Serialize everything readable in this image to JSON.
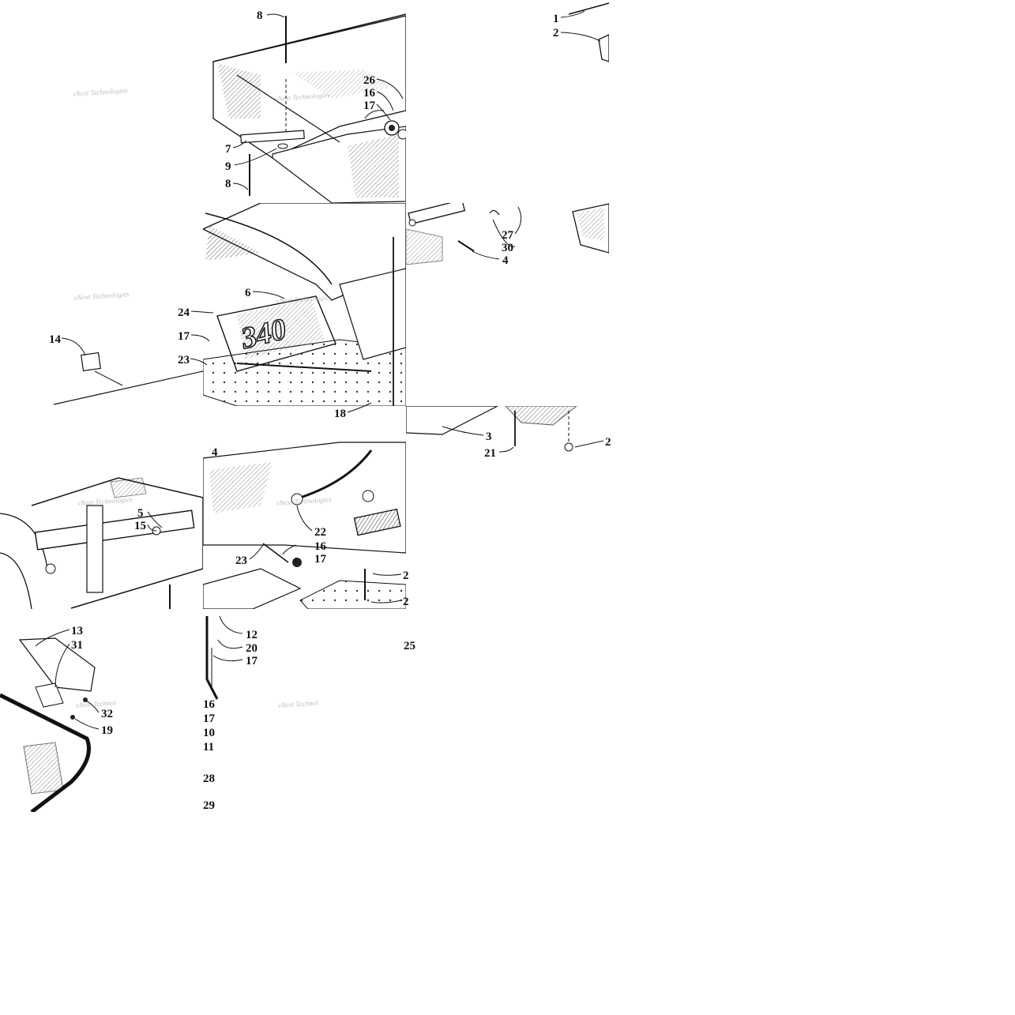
{
  "watermark": "vNext Technologies",
  "watermark_partial": "vNext Technol",
  "callouts": {
    "a8": "8",
    "a1": "1",
    "a2": "2",
    "a26": "26",
    "a16": "16",
    "a17": "17",
    "a7": "7",
    "a9": "9",
    "a8b": "8",
    "a27": "27",
    "a30": "30",
    "a4": "4",
    "a6": "6",
    "a24": "24",
    "a17b": "17",
    "a23": "23",
    "a14": "14",
    "a18": "18",
    "a3": "3",
    "a21": "21",
    "a2b": "2",
    "a4b": "4",
    "a5": "5",
    "a15": "15",
    "a22": "22",
    "a16b": "16",
    "a23b": "23",
    "a17c": "17",
    "a2c": "2",
    "a2d": "2",
    "a13": "13",
    "a31": "31",
    "a32": "32",
    "a19": "19",
    "a12": "12",
    "a20": "20",
    "a17d": "17",
    "a25": "25",
    "a16c": "16",
    "a17e": "17",
    "a10": "10",
    "a11": "11",
    "a28": "28",
    "a29": "29"
  }
}
